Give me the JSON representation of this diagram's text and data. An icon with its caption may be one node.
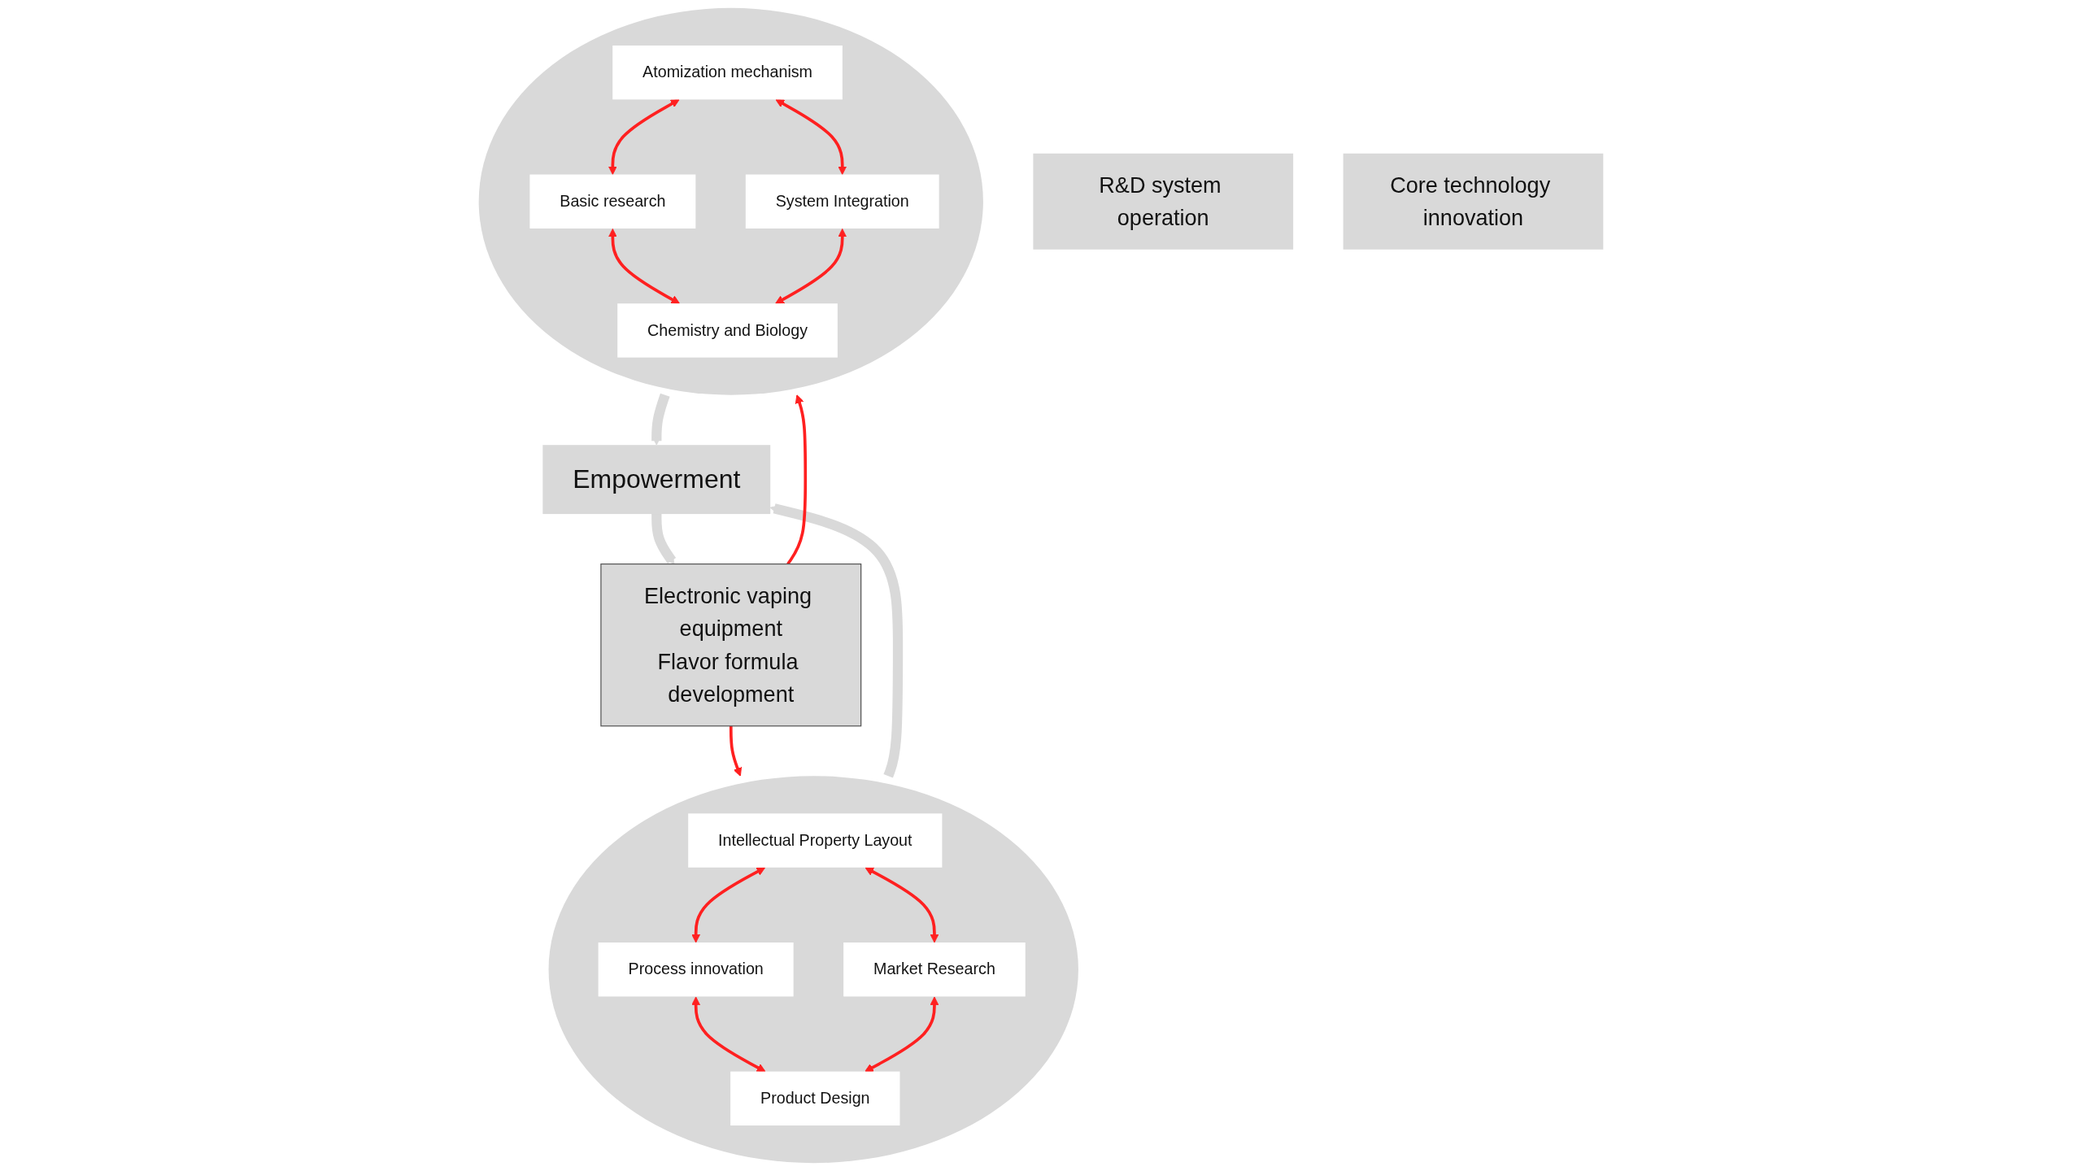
{
  "diagram": {
    "nodes": [
      {
        "text": [
          "R&D system operation"
        ]
      },
      {
        "text": [],
        "shape": "circle"
      },
      {
        "text": [
          "Intellectual Property Layout"
        ],
        "in": 1
      },
      {
        "text": [
          "Process innovation"
        ],
        "in": 1
      },
      {
        "text": [
          "Market Research"
        ],
        "in": 1
      },
      {
        "text": [
          "Product Design"
        ],
        "in": 1
      },
      {
        "text": [
          "Empowerment"
        ]
      },
      {
        "text": [
          "Core technology innovation"
        ]
      },
      {
        "text": [],
        "shape": "circle"
      },
      {
        "text": [
          "Atomization mechanism"
        ],
        "in": 8
      },
      {
        "text": [
          "Basic research"
        ],
        "in": 8
      },
      {
        "text": [
          "System Integration"
        ],
        "in": 8
      },
      {
        "text": [
          "Chemistry and Biology"
        ],
        "in": 8
      },
      {
        "text": [
          "Electronic vaping equipment",
          "Flavor formula development"
        ]
      }
    ],
    "edges": [
      {
        "from": 2,
        "to": 3,
        "arrow": "both"
      },
      {
        "from": 2,
        "to": 4,
        "arrow": "both"
      },
      {
        "from": 3,
        "to": 5,
        "arrow": "both"
      },
      {
        "from": 4,
        "to": 5,
        "arrow": "both"
      },
      {
        "from": 9,
        "to": 10,
        "arrow": "both"
      },
      {
        "from": 9,
        "to": 11,
        "arrow": "both"
      },
      {
        "from": 10,
        "to": 12,
        "arrow": "both"
      },
      {
        "from": 11,
        "to": 12,
        "arrow": "both"
      },
      {
        "from": 1,
        "to": 6,
        "arrow": "to",
        "style": "thick",
        "color": "#d9d9d9"
      },
      {
        "from": 8,
        "to": 6,
        "arrow": "to",
        "style": "thick",
        "color": "#d9d9d9"
      },
      {
        "from": 6,
        "to": 13,
        "arrow": "to",
        "style": "thick",
        "color": "#d9d9d9"
      },
      {
        "from": 13,
        "to": 1,
        "arrow": "to"
      },
      {
        "from": 13,
        "to": 8,
        "arrow": "to"
      }
    ]
  }
}
